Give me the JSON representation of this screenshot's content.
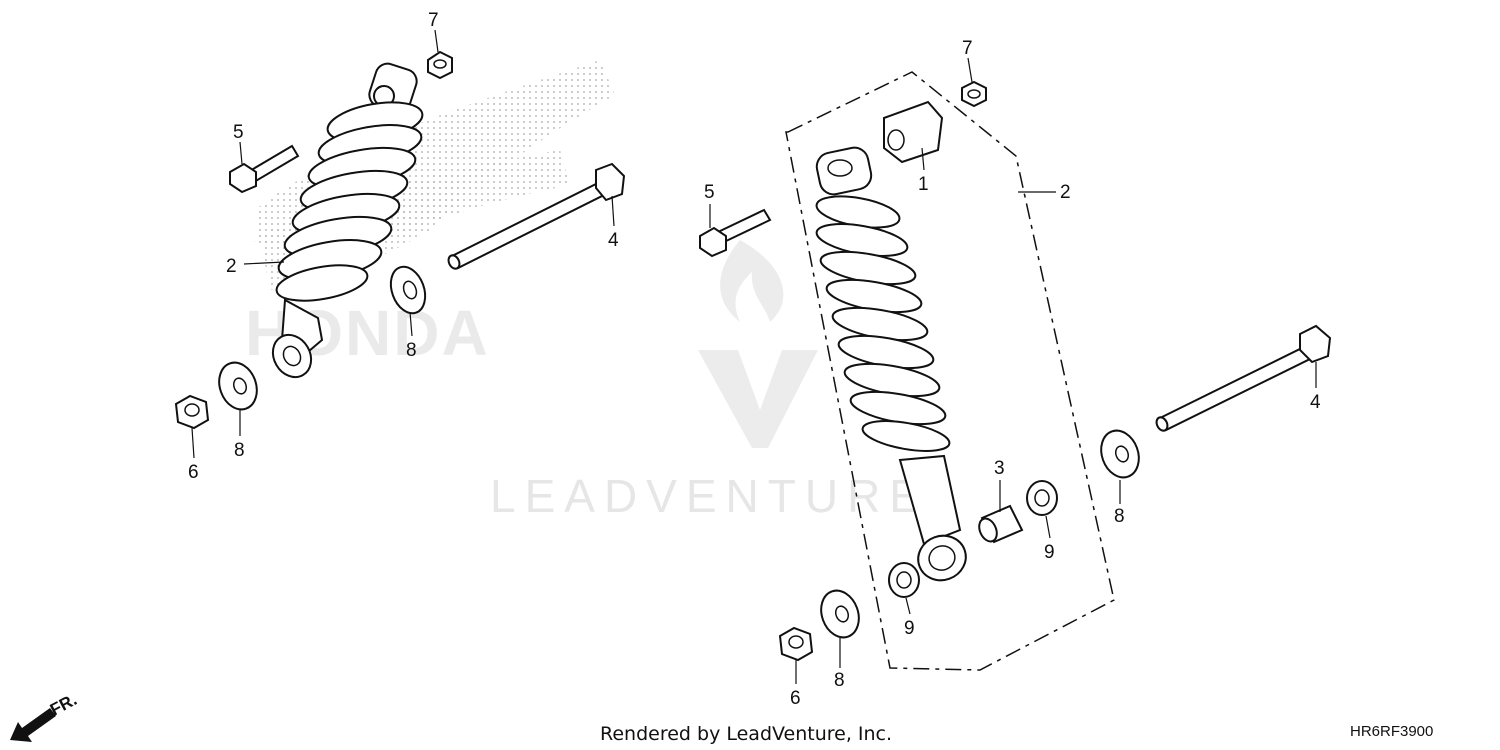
{
  "watermark": {
    "brand_text": "HONDA",
    "company_text": "LEADVENTURE"
  },
  "callouts_left": {
    "c1": "7",
    "c2": "5",
    "c3": "2",
    "c4": "4",
    "c5": "8",
    "c6": "8",
    "c7": "6"
  },
  "callouts_right": {
    "c1": "7",
    "c2": "1",
    "c3": "2",
    "c4": "5",
    "c5": "4",
    "c6": "3",
    "c7": "8",
    "c8": "9",
    "c9": "9",
    "c10": "8",
    "c11": "6"
  },
  "direction_label": "FR.",
  "footer": {
    "credit": "Rendered by LeadVenture, Inc.",
    "diagram_code": "HR6RF3900"
  }
}
